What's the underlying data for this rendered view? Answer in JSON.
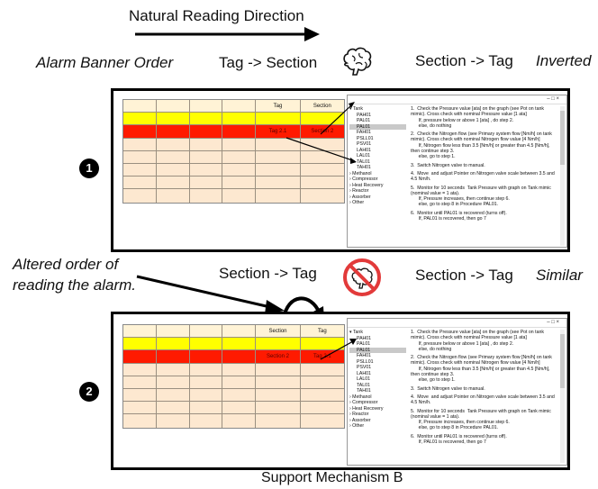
{
  "header": {
    "direction_label": "Natural Reading Direction",
    "alarm_banner_order": "Alarm Banner Order",
    "row1_left": "Tag -> Section",
    "row1_right": "Section -> Tag",
    "row1_result": "Inverted",
    "row2_left": "Section -> Tag",
    "row2_right": "Section -> Tag",
    "row2_result": "Similar",
    "altered_line1": "Altered order of",
    "altered_line2": "reading the alarm."
  },
  "panel1": {
    "badge": "1",
    "grid_header": [
      "",
      "",
      "",
      "",
      "Tag",
      "Section"
    ],
    "alarm_cells": [
      "Tag 2.1",
      "Section 2"
    ],
    "tree": [
      {
        "t": "▾ Tank",
        "i": 0
      },
      {
        "t": "PAH01",
        "i": 1
      },
      {
        "t": "PAL01",
        "i": 1
      },
      {
        "t": "PAL01",
        "i": 1,
        "sel": true
      },
      {
        "t": "FAH01",
        "i": 1
      },
      {
        "t": "PSLL01",
        "i": 1
      },
      {
        "t": "PSV01",
        "i": 1
      },
      {
        "t": "LAH01",
        "i": 1
      },
      {
        "t": "LAL01",
        "i": 1
      },
      {
        "t": "TAL01",
        "i": 1
      },
      {
        "t": "TAH01",
        "i": 1
      },
      {
        "t": "› Methanol",
        "i": 0
      },
      {
        "t": "› Compressor",
        "i": 0
      },
      {
        "t": "› Heat Recovery",
        "i": 0
      },
      {
        "t": "› Reactor",
        "i": 0
      },
      {
        "t": "› Assorber",
        "i": 0
      },
      {
        "t": "› Other",
        "i": 0
      }
    ],
    "steps": [
      "1.  Check the Pressure value [ata] on the graph (see Pot on tank mimic). Cross check with nominal Pressure value [1 ata]",
      "      If, pressure below or above 1 [ata] , do step 2.",
      "      else, do nothing",
      "",
      "2.  Check the Nitrogen flow (see Primary system flow [Nm/h] on tank mimic). Cross check with nominal Nitrogen flow value [4 Nm/h]",
      "      If, Nitrogen flow less than 3.5 [Nm/h] or greater than 4.5 [Nm/h], then continue step 3.",
      "      else, go to step 1.",
      "",
      "3.  Switch Nitrogen valve to manual.",
      "",
      "4.  Move  and adjust Pointer on Nitrogen valve scale between 3.5 and 4.5 Nm/h.",
      "",
      "5.  Monitor for 10 seconds  Tank Pressure with graph on Tank mimic (nominal value = 1 ata).",
      "      If, Pressure increases, then continue step 6.",
      "      else, go to step 8 in Procedure PAL01.",
      "",
      "6.  Monitor until PAL01 is recovered (turns off).",
      "      If, PAL01 is recovered, then go 7"
    ]
  },
  "panel2": {
    "badge": "2",
    "grid_header": [
      "",
      "",
      "",
      "",
      "Section",
      "Tag"
    ],
    "alarm_cells": [
      "Section 2",
      "Tag 2.1"
    ]
  },
  "window_controls": "–  □  ×",
  "caption": "Support Mechanism B",
  "colors": {
    "yellow": "#ffff00",
    "red": "#ff1a00",
    "beige": "#fde8d0",
    "header": "#fff3d6"
  },
  "icons": [
    "brain-icon",
    "no-brain-icon"
  ]
}
